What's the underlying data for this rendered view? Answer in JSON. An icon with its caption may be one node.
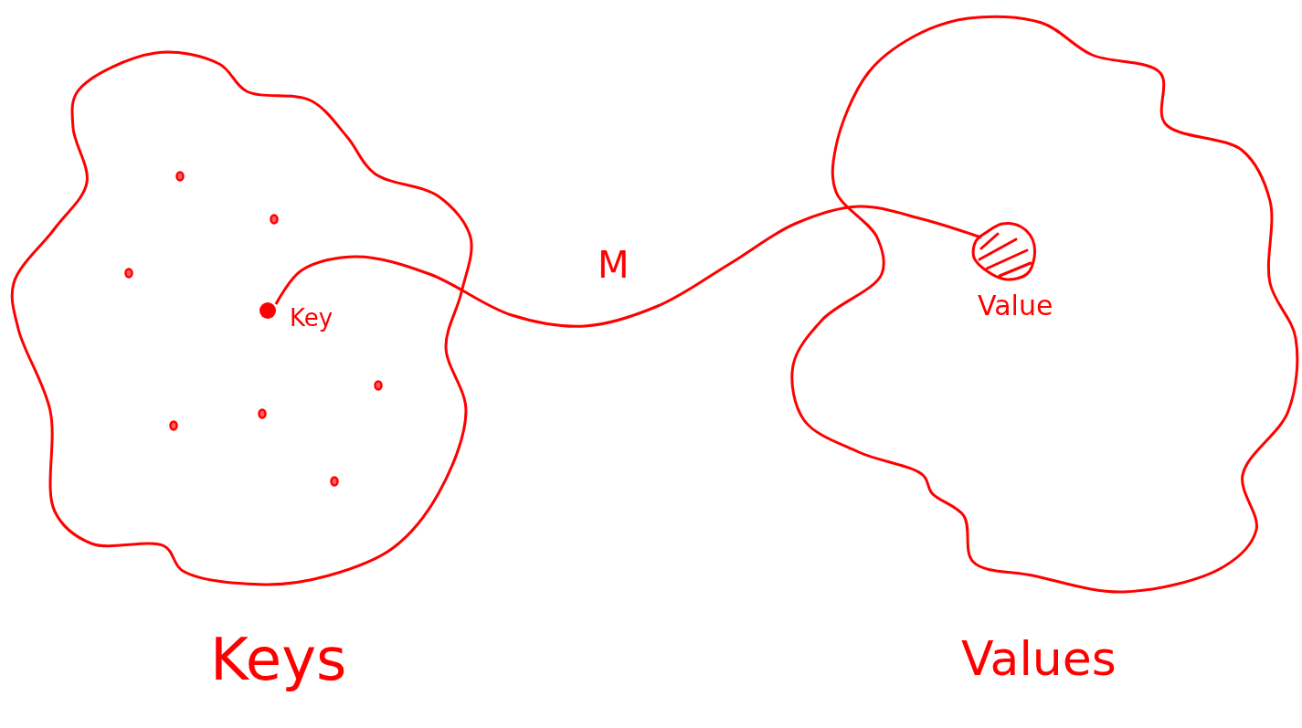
{
  "diagram": {
    "nodes": [
      {
        "text": [
          "Keys"
        ]
      },
      {
        "text": [
          "Values"
        ]
      },
      {
        "text": [],
        "shape": "circle",
        "in": 0
      },
      {
        "text": [],
        "shape": "circle",
        "in": 0
      },
      {
        "text": [],
        "shape": "circle",
        "in": 0
      },
      {
        "text": [],
        "shape": "circle",
        "in": 0
      },
      {
        "text": [
          "Key"
        ],
        "in": 0
      },
      {
        "text": [],
        "shape": "circle",
        "in": 0
      },
      {
        "text": [],
        "shape": "circle",
        "in": 0
      },
      {
        "text": [],
        "shape": "circle",
        "in": 0
      },
      {
        "text": [
          "Value"
        ],
        "in": 1
      }
    ],
    "edges": [
      {
        "from": 6,
        "to": 10,
        "arrow": "none",
        "label": "M"
      }
    ]
  }
}
